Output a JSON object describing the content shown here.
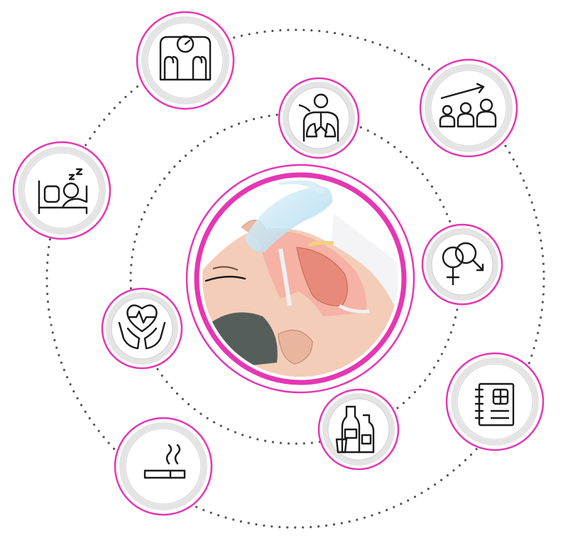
{
  "diagram": {
    "colors": {
      "accent": "#e636b4",
      "ring_shadow": "#e4e4e4",
      "icon": "#1a1a1a",
      "dots": "#555555",
      "skin": "#f3cdb8",
      "airway": "#e88a7a",
      "mask": "#bfe3f2",
      "beard": "#3a4a4a"
    },
    "center": {
      "icon": "sleep-apnea-airway-illustration"
    },
    "nodes": [
      {
        "id": "weight",
        "icon": "bathroom-scale-icon"
      },
      {
        "id": "growth",
        "icon": "people-growth-chart-icon"
      },
      {
        "id": "lungs",
        "icon": "lungs-respiratory-icon"
      },
      {
        "id": "sleep",
        "icon": "sleeping-person-icon"
      },
      {
        "id": "gender",
        "icon": "gender-symbols-icon"
      },
      {
        "id": "heart",
        "icon": "heart-care-hands-icon"
      },
      {
        "id": "alcohol",
        "icon": "alcohol-bottles-icon"
      },
      {
        "id": "medical",
        "icon": "medical-record-icon"
      },
      {
        "id": "smoking",
        "icon": "cigarette-smoking-icon"
      }
    ]
  }
}
